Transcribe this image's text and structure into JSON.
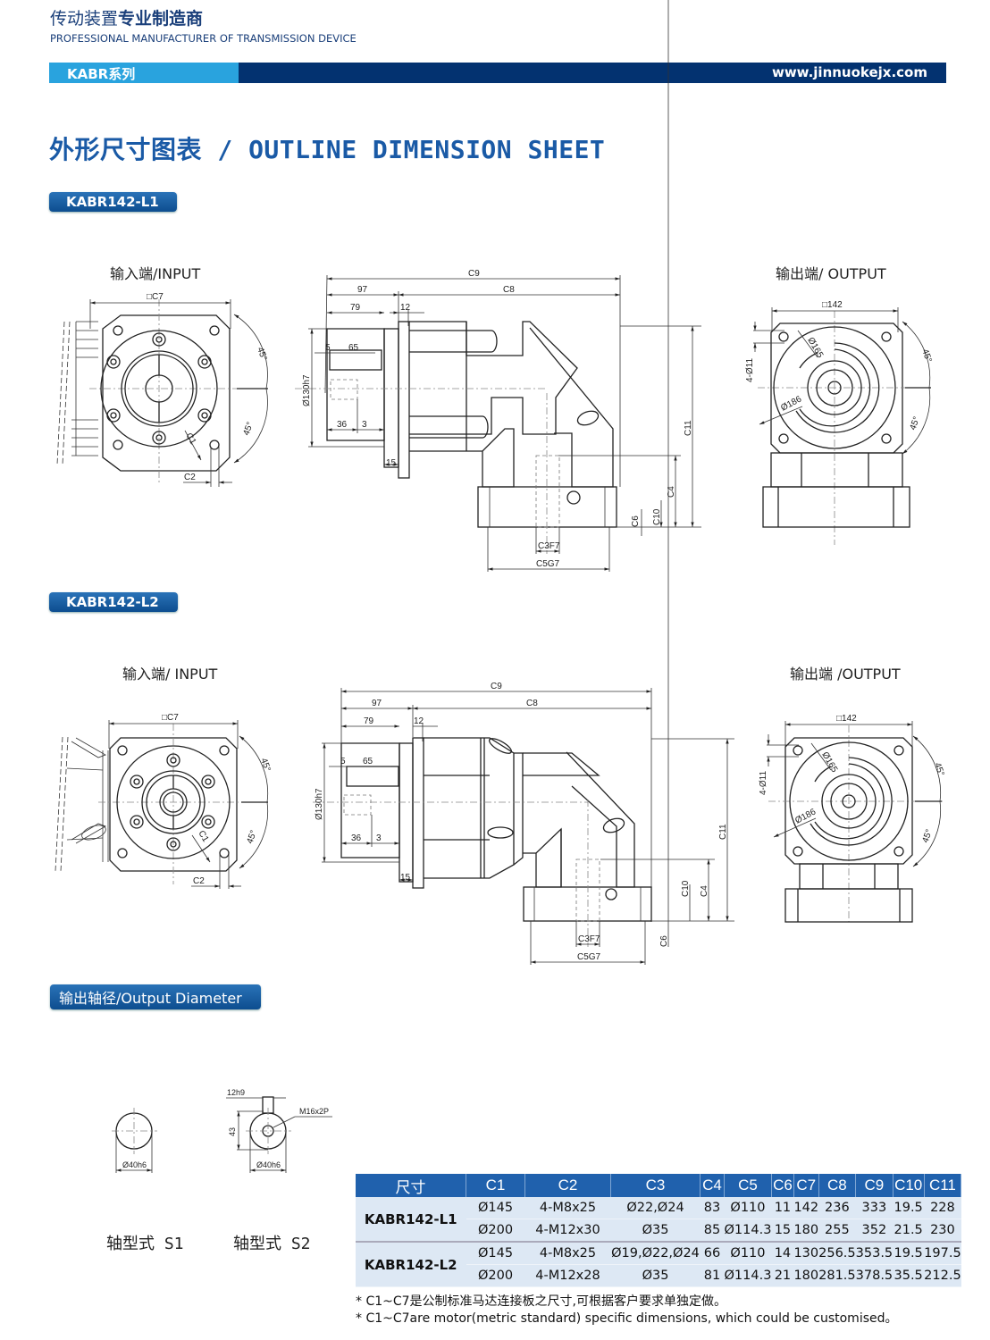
{
  "header": {
    "brand_cn_light": "传动装置",
    "brand_cn_bold": "专业制造商",
    "brand_en": "PROFESSIONAL MANUFACTURER OF TRANSMISSION DEVICE",
    "series": "KABR系列",
    "website": "www.jinnuokejx.com",
    "colors": {
      "bar_dark": "#033270",
      "bar_light": "#29a3de",
      "title": "#1a5aa6"
    }
  },
  "title": "外形尺寸图表 / OUTLINE DIMENSION SHEET",
  "sections": [
    {
      "model": "KABR142-L1",
      "input_label": "输入端/INPUT",
      "output_label": "输出端/ OUTPUT",
      "input_dims": {
        "square": "□C7",
        "angle_top": "45°",
        "angle_bottom": "45°",
        "c1": "C1",
        "c2": "C2"
      },
      "side_dims": {
        "c9": "C9",
        "d97": "97",
        "c8": "C8",
        "d79": "79",
        "d12": "12",
        "d5": "5",
        "d65": "65",
        "dia": "Ø130h7",
        "d36": "36",
        "d3": "3",
        "d15": "15",
        "c11": "C11",
        "c4": "C4",
        "c6": "C6",
        "c10": "C10",
        "c3": "C3F7",
        "c5": "C5G7"
      },
      "output_dims": {
        "square": "□142",
        "holes": "4-Ø11",
        "d165": "Ø165",
        "d186": "Ø186",
        "angle_top": "45°",
        "angle_bottom": "45°"
      }
    },
    {
      "model": "KABR142-L2",
      "input_label": "输入端/ INPUT",
      "output_label": "输出端 /OUTPUT",
      "input_dims": {
        "square": "□C7",
        "angle_top": "45°",
        "angle_bottom": "45°",
        "c1": "C1",
        "c2": "C2"
      },
      "side_dims": {
        "c9": "C9",
        "d97": "97",
        "c8": "C8",
        "d79": "79",
        "d12": "12",
        "d5": "5",
        "d65": "65",
        "dia": "Ø130h7",
        "d36": "36",
        "d3": "3",
        "d15": "15",
        "c11": "C11",
        "c4": "C4",
        "c6": "C6",
        "c10": "C10",
        "c3": "C3F7",
        "c5": "C5G7"
      },
      "output_dims": {
        "square": "□142",
        "holes": "4-Ø11",
        "d165": "Ø165",
        "d186": "Ø186",
        "angle_top": "45°",
        "angle_bottom": "45°"
      }
    }
  ],
  "output_shaft": {
    "heading": "输出轴径/Output Diameter",
    "s1": {
      "label": "轴型式  S1",
      "dia": "Ø40h6"
    },
    "s2": {
      "label": "轴型式  S2",
      "dia": "Ø40h6",
      "key": "12h9",
      "height": "43",
      "thread": "M16x2P"
    }
  },
  "table": {
    "headers": [
      "尺寸",
      "C1",
      "C2",
      "C3",
      "C4",
      "C5",
      "C6",
      "C7",
      "C8",
      "C9",
      "C10",
      "C11"
    ],
    "groups": [
      {
        "model": "KABR142-L1",
        "rows": [
          [
            "Ø145",
            "4-M8x25",
            "Ø22,Ø24",
            "83",
            "Ø110",
            "11",
            "142",
            "236",
            "333",
            "19.5",
            "228"
          ],
          [
            "Ø200",
            "4-M12x30",
            "Ø35",
            "85",
            "Ø114.3",
            "15",
            "180",
            "255",
            "352",
            "21.5",
            "230"
          ]
        ]
      },
      {
        "model": "KABR142-L2",
        "rows": [
          [
            "Ø145",
            "4-M8x25",
            "Ø19,Ø22,Ø24",
            "66",
            "Ø110",
            "14",
            "130",
            "256.5",
            "353.5",
            "19.5",
            "197.5"
          ],
          [
            "Ø200",
            "4-M12x28",
            "Ø35",
            "81",
            "Ø114.3",
            "21",
            "180",
            "281.5",
            "378.5",
            "35.5",
            "212.5"
          ]
        ]
      }
    ]
  },
  "notes": [
    "* C1~C7是公制标准马达连接板之尺寸,可根据客户要求单独定做。",
    "* C1~C7are motor(metric standard)  specific dimensions, which could be customised。"
  ]
}
